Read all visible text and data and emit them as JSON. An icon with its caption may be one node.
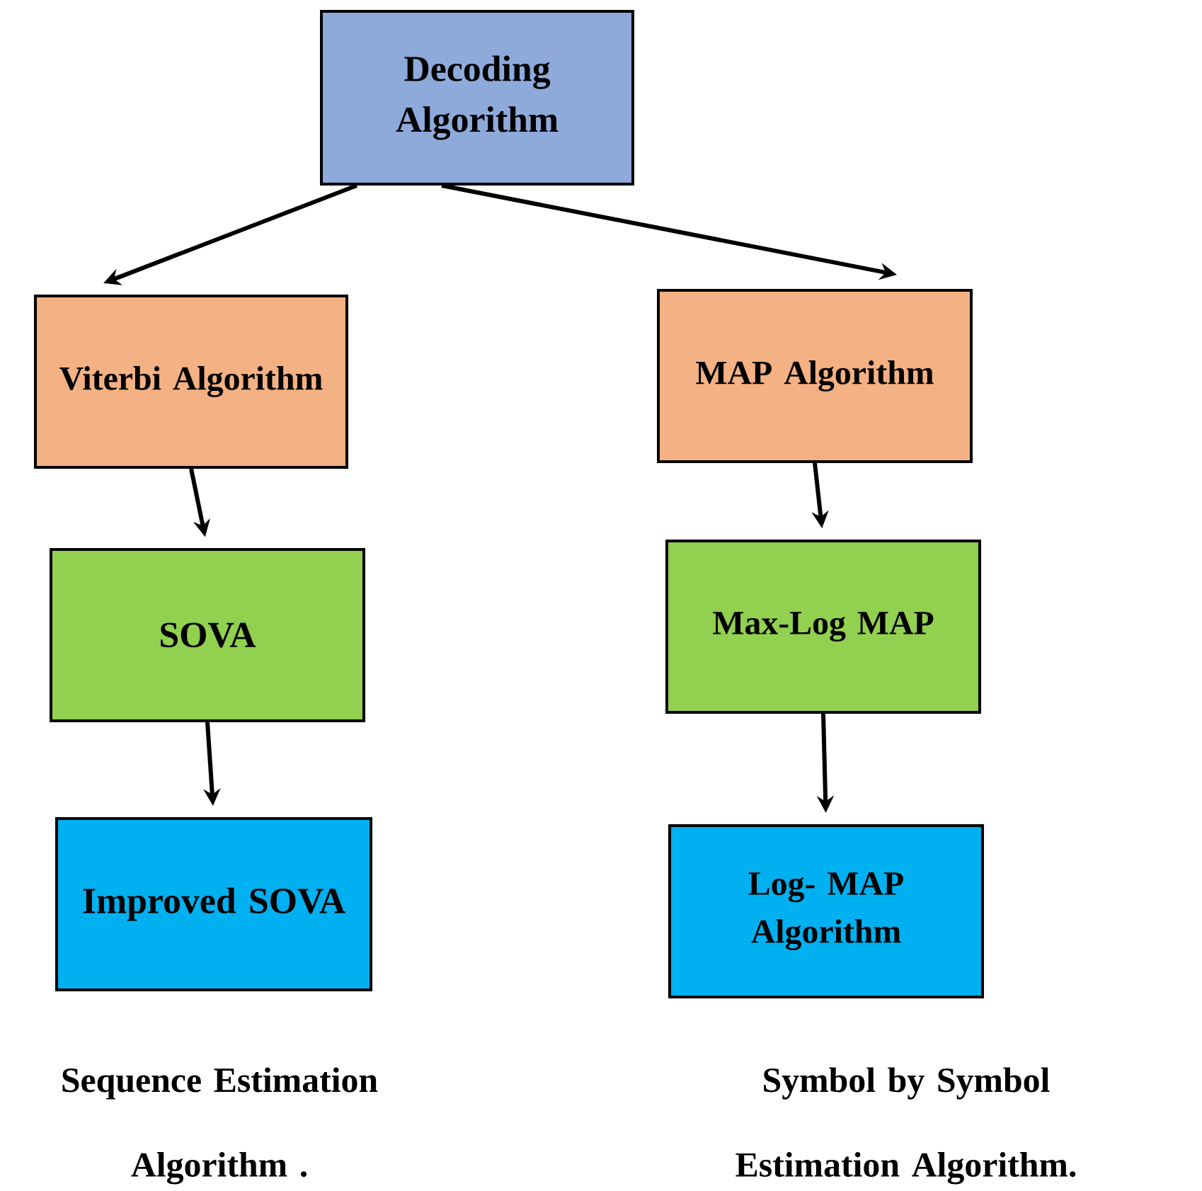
{
  "diagram": {
    "nodes": [
      {
        "text": [
          "Decoding Algorithm"
        ]
      },
      {
        "text": [
          "Viterbi Algorithm"
        ]
      },
      {
        "text": [
          "MAP Algorithm"
        ]
      },
      {
        "text": [
          "SOVA"
        ]
      },
      {
        "text": [
          "Max-Log MAP"
        ]
      },
      {
        "text": [
          "Improved SOVA"
        ]
      },
      {
        "text": [
          "Log- MAP Algorithm"
        ]
      }
    ],
    "edges": [
      {
        "from": 0,
        "to": 1,
        "arrow": "to"
      },
      {
        "from": 0,
        "to": 2,
        "arrow": "to"
      },
      {
        "from": 1,
        "to": 3,
        "arrow": "to"
      },
      {
        "from": 3,
        "to": 5,
        "arrow": "to"
      },
      {
        "from": 2,
        "to": 4,
        "arrow": "to"
      },
      {
        "from": 4,
        "to": 6,
        "arrow": "to"
      }
    ],
    "labels": [
      "Sequence Estimation Algorithm .",
      "Symbol by Symbol Estimation Algorithm."
    ]
  }
}
